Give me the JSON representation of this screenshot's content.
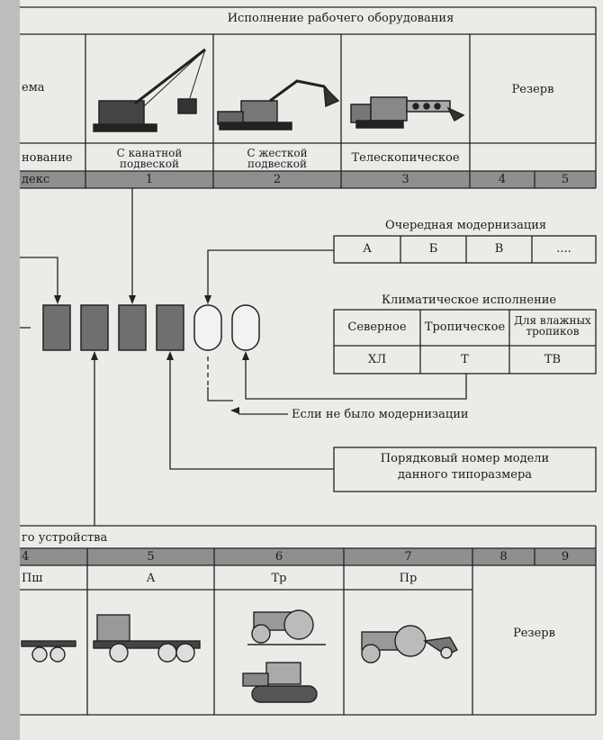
{
  "top_table": {
    "header": "Исполнение рабочего оборудования",
    "row_label_scheme": "ема",
    "row_label_name": "нование",
    "row_label_index": "декс",
    "columns": [
      {
        "name": "С канатной подвеской",
        "name_line1": "С канатной",
        "name_line2": "подвеской",
        "index": "1"
      },
      {
        "name": "С жесткой подвеской",
        "name_line1": "С жесткой",
        "name_line2": "подвеской",
        "index": "2"
      },
      {
        "name": "Телескопическое",
        "index": "3"
      }
    ],
    "reserve_label": "Резерв",
    "reserve_indices": [
      "4",
      "5"
    ]
  },
  "modernization": {
    "title": "Очередная модернизация",
    "values": [
      "А",
      "Б",
      "В",
      "...."
    ]
  },
  "climate": {
    "title": "Климатическое исполнение",
    "headers": [
      "Северное",
      "Тропическое"
    ],
    "header_wet_line1": "Для влажных",
    "header_wet_line2": "тропиков",
    "codes": [
      "ХЛ",
      "Т",
      "ТВ"
    ]
  },
  "no_modernization_note": "Если не было модернизации",
  "model_number": {
    "line1": "Порядковый номер модели",
    "line2": "данного типоразмера"
  },
  "bottom_table": {
    "header": "го устройства",
    "indices": [
      "4",
      "5",
      "6",
      "7",
      "8",
      "9"
    ],
    "codes": [
      "Пш",
      "А",
      "Тр",
      "Пр"
    ],
    "reserve_label": "Резерв"
  }
}
